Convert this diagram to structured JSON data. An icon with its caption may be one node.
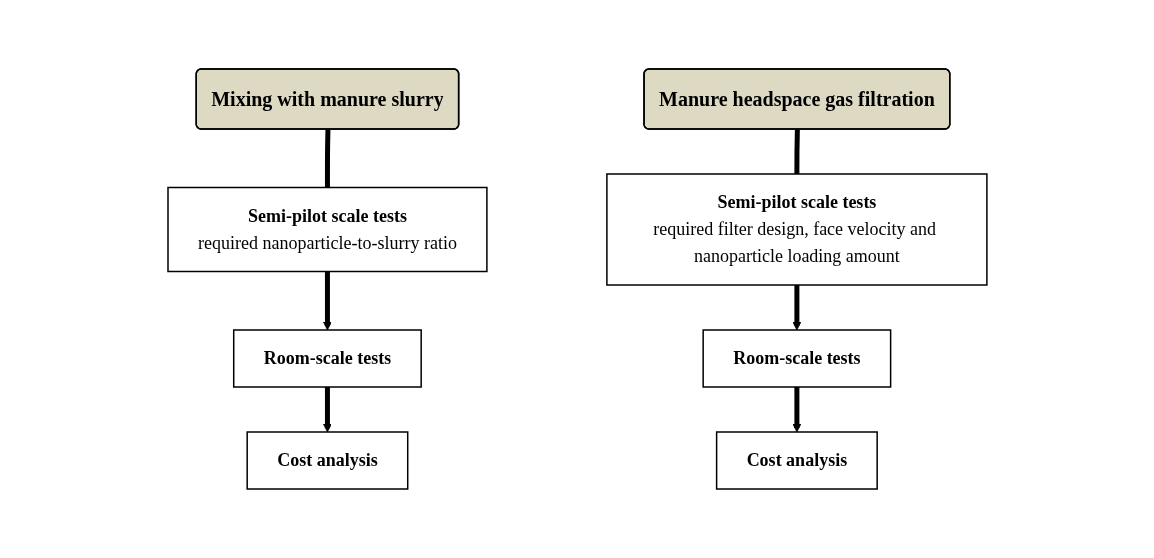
{
  "diagram": {
    "nodes": [
      {
        "text": [
          "Mixing with manure slurry"
        ]
      },
      {
        "text": [
          "Semi-pilot scale tests",
          "required nanoparticle-to-slurry ratio"
        ]
      },
      {
        "text": [
          "Room-scale tests"
        ]
      },
      {
        "text": [
          "Cost analysis"
        ]
      },
      {
        "text": [
          "Manure headspace gas filtration"
        ]
      },
      {
        "text": [
          "Semi-pilot scale tests",
          "required filter design, face velocity and nanoparticle loading amount"
        ]
      },
      {
        "text": [
          "Room-scale tests"
        ]
      },
      {
        "text": [
          "Cost analysis"
        ]
      }
    ],
    "edges": [
      {
        "from": 0,
        "to": 1,
        "arrow": "none"
      },
      {
        "from": 1,
        "to": 2,
        "arrow": "to"
      },
      {
        "from": 2,
        "to": 3,
        "arrow": "to"
      },
      {
        "from": 4,
        "to": 5,
        "arrow": "none"
      },
      {
        "from": 5,
        "to": 6,
        "arrow": "to"
      },
      {
        "from": 6,
        "to": 7,
        "arrow": "to"
      }
    ]
  }
}
